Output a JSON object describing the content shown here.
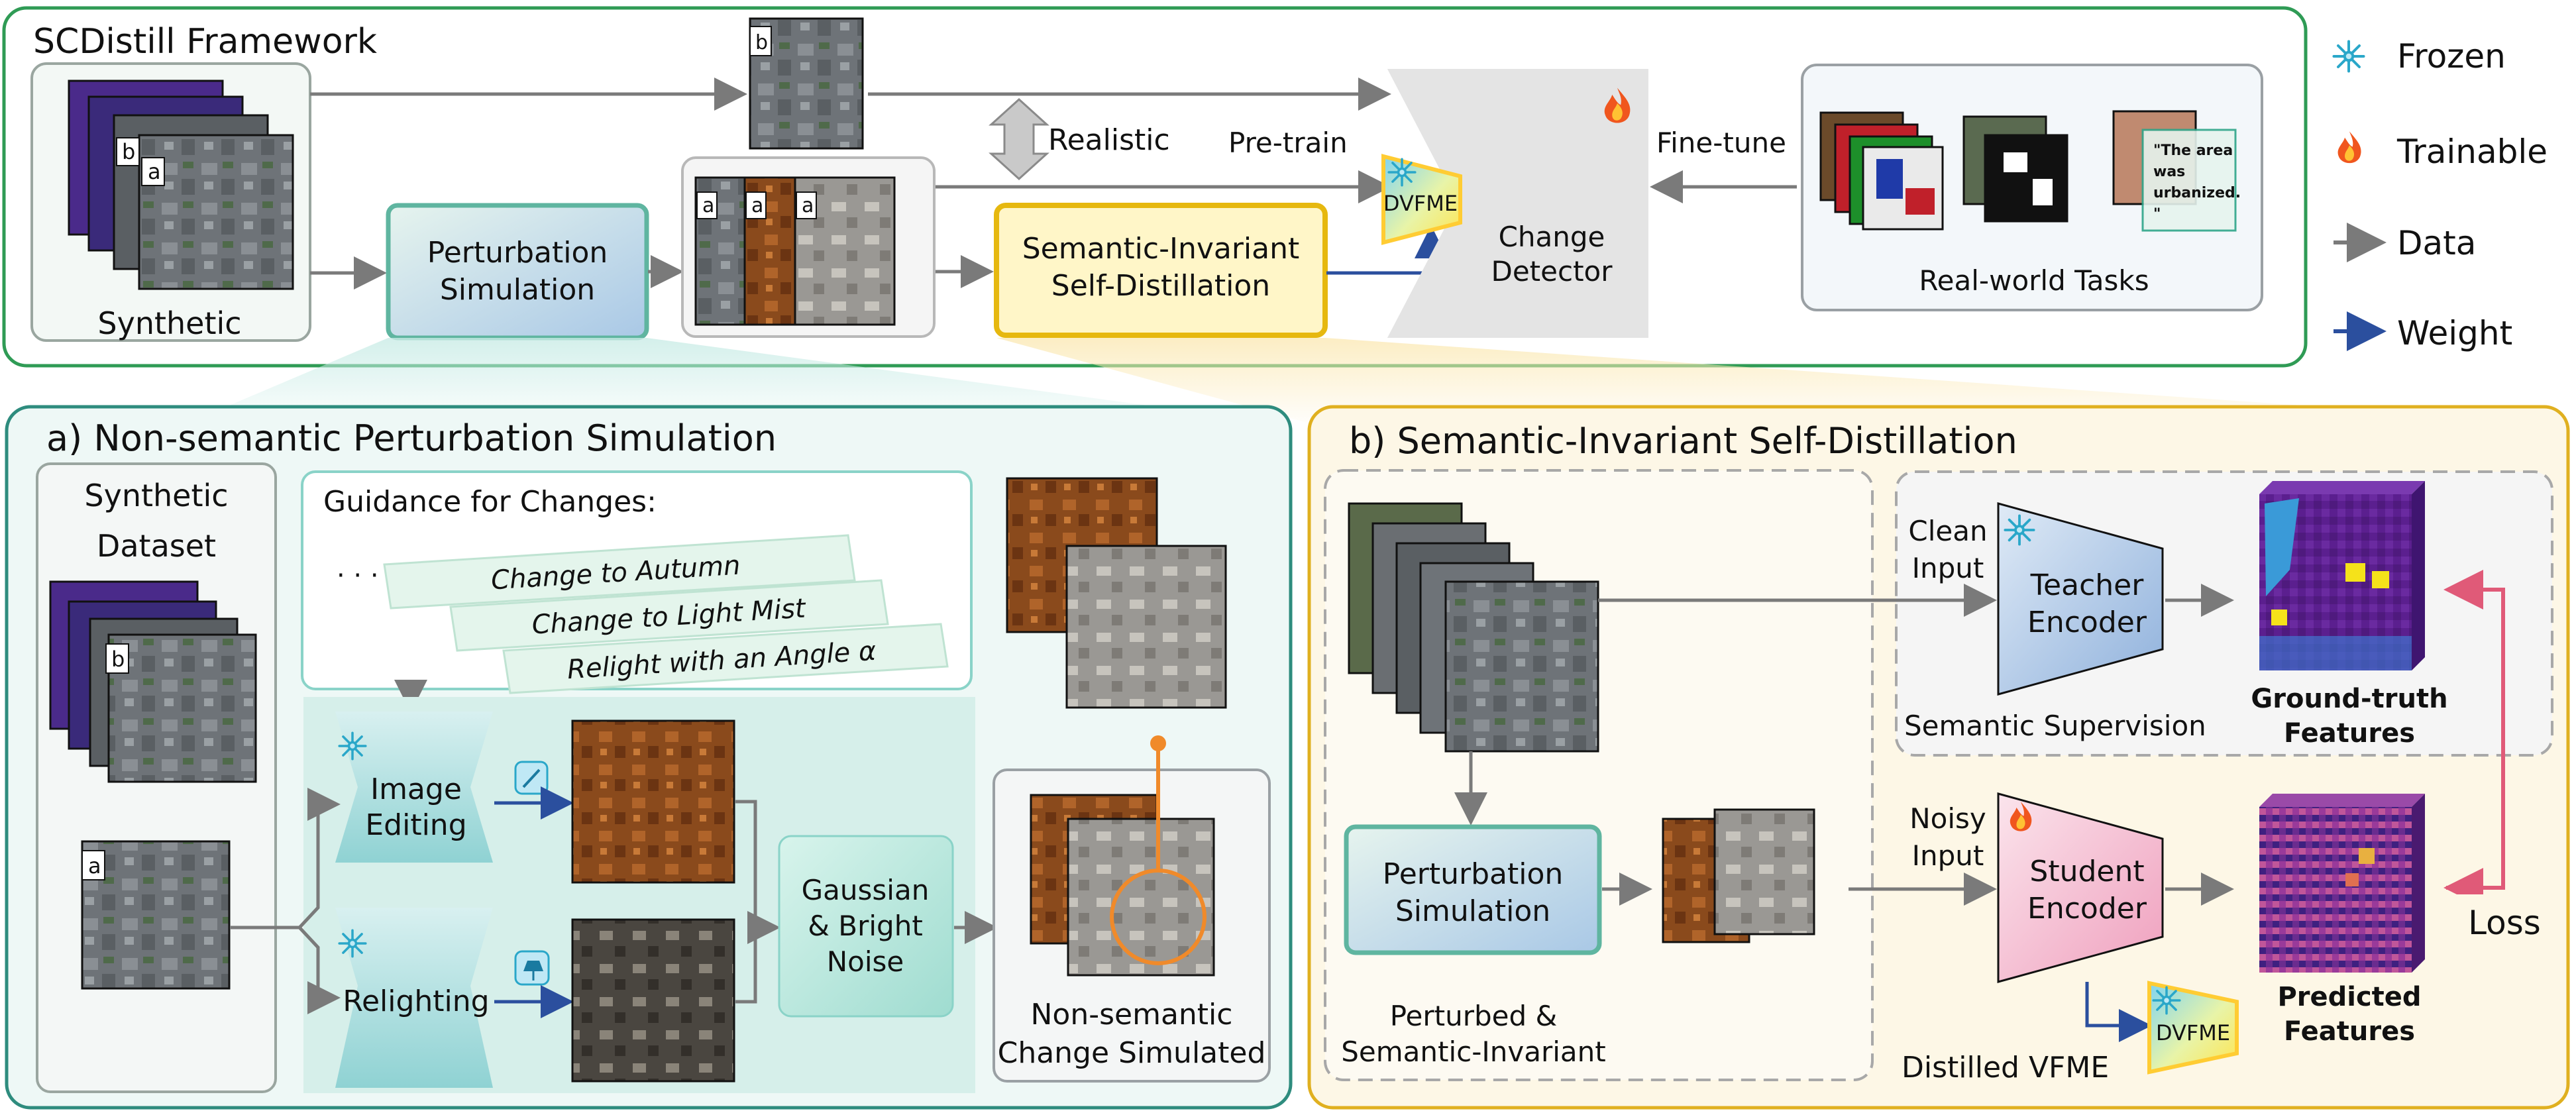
{
  "top": {
    "title": "SCDistill Framework",
    "synthetic_label": "Synthetic",
    "tag_a": "a",
    "tag_b": "b",
    "perturbation": [
      "Perturbation",
      "Simulation"
    ],
    "sisd": [
      "Semantic-Invariant",
      "Self-Distillation"
    ],
    "realistic": "Realistic",
    "pretrain": "Pre-train",
    "finetune": "Fine-tune",
    "dvfme": "DVFME",
    "detector": [
      "Change",
      "Detector"
    ],
    "real_world": "Real-world Tasks",
    "caption_lines": [
      "\"The area",
      "was",
      "urbanized.",
      "\""
    ]
  },
  "legend": [
    {
      "label": "Frozen",
      "icon": "snowflake-icon",
      "color": "#1a9b8c"
    },
    {
      "label": "Trainable",
      "icon": "fire-icon",
      "color": "#c0191c"
    },
    {
      "label": "Data",
      "icon": "arrow-right-icon",
      "color": "#6f6f6f"
    },
    {
      "label": "Weight",
      "icon": "arrow-right-icon",
      "color": "#2b4f9e"
    }
  ],
  "panel_a": {
    "title": "a) Non-semantic Perturbation Simulation",
    "dataset": [
      "Synthetic",
      "Dataset"
    ],
    "guidance_title": "Guidance for Changes:",
    "ellipsis": "· · ·",
    "prompts": [
      "Change to Autumn",
      "Change to Light Mist",
      "Relight with an Angle α"
    ],
    "image_editing": [
      "Image",
      "Editing"
    ],
    "relighting": "Relighting",
    "noise": [
      "Gaussian",
      "& Bright",
      "Noise"
    ],
    "result": [
      "Non-semantic",
      "Change Simulated"
    ]
  },
  "panel_b": {
    "title": "b) Semantic-Invariant Self-Distillation",
    "clean_input": [
      "Clean",
      "Input"
    ],
    "teacher": [
      "Teacher",
      "Encoder"
    ],
    "gt_features": [
      "Ground-truth",
      "Features"
    ],
    "semantic_supervision": "Semantic Supervision",
    "perturbation": [
      "Perturbation",
      "Simulation"
    ],
    "perturbed": [
      "Perturbed &",
      "Semantic-Invariant"
    ],
    "noisy_input": [
      "Noisy",
      "Input"
    ],
    "student": [
      "Student",
      "Encoder"
    ],
    "pred_features": [
      "Predicted",
      "Features"
    ],
    "loss": "Loss",
    "distilled": "Distilled VFME",
    "dvfme": "DVFME"
  },
  "colors": {
    "top_border": "#2f9b55",
    "panel_a_border": "#2e8c7e",
    "panel_b_border": "#e0b020",
    "perturb_fill": "#cfe4ef",
    "sisd_border": "#e6b80f",
    "teacher_fill": "#b9d3ec",
    "student_fill": "#f6c5d3",
    "loss": "#e05a78",
    "weight_arrow": "#2b4f9e",
    "data_arrow": "#7a7a7a"
  }
}
